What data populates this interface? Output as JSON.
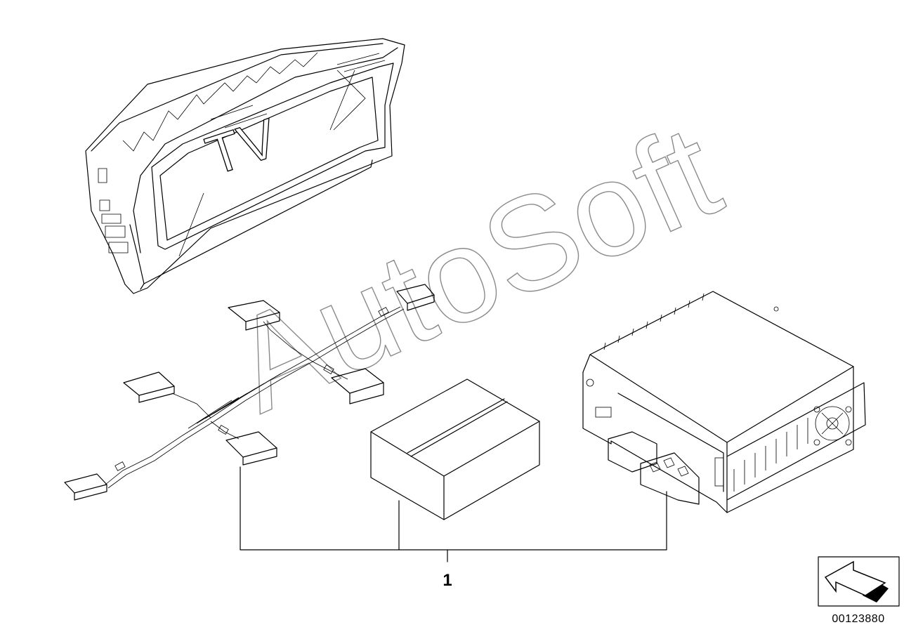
{
  "diagram": {
    "screen_text": "TV",
    "watermark": "AutoSoft",
    "callout_number": "1",
    "catalog_code": "00123880"
  },
  "icons": [
    "arrow-orientation-icon"
  ]
}
